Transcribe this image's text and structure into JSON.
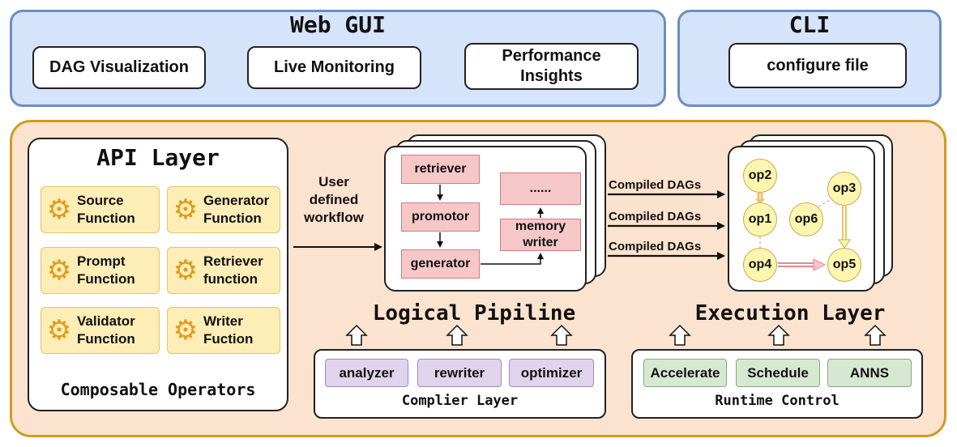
{
  "web_gui": {
    "title": "Web GUI",
    "items": [
      "DAG Visualization",
      "Live Monitoring",
      "Performance\nInsights"
    ]
  },
  "cli": {
    "title": "CLI",
    "item": "configure file"
  },
  "api_layer": {
    "title": "API Layer",
    "operators": [
      "Source\nFunction",
      "Generator\nFunction",
      "Prompt\nFunction",
      "Retriever\nfunction",
      "Validator\nFunction",
      "Writer\nFuction"
    ],
    "footer": "Composable Operators"
  },
  "workflow_label": "User\ndefined\nworkflow",
  "logical_pipeline": {
    "title": "Logical Pipiline",
    "nodes": {
      "retriever": "retriever",
      "promotor": "promotor",
      "generator": "generator",
      "ellipsis": "......",
      "memory_writer": "memory\nwriter"
    }
  },
  "compiled_dags": [
    "Compiled DAGs",
    "Compiled DAGs",
    "Compiled DAGs"
  ],
  "execution_layer": {
    "title": "Execution Layer",
    "ops": {
      "op1": "op1",
      "op2": "op2",
      "op3": "op3",
      "op4": "op4",
      "op5": "op5",
      "op6": "op6"
    }
  },
  "compiler_layer": {
    "label": "Complier Layer",
    "items": [
      "analyzer",
      "rewriter",
      "optimizer"
    ]
  },
  "runtime_control": {
    "label": "Runtime Control",
    "items": [
      "Accelerate",
      "Schedule",
      "ANNS"
    ]
  },
  "colors": {
    "blue_panel": "#d6e4fb",
    "orange_panel": "#fce3cf",
    "operator_tile": "#fdedb6",
    "pipeline_node": "#f6c7c7",
    "compiler_item": "#e0d3ec",
    "runtime_item": "#d7e8d2",
    "op_node": "#fcf6b0"
  }
}
